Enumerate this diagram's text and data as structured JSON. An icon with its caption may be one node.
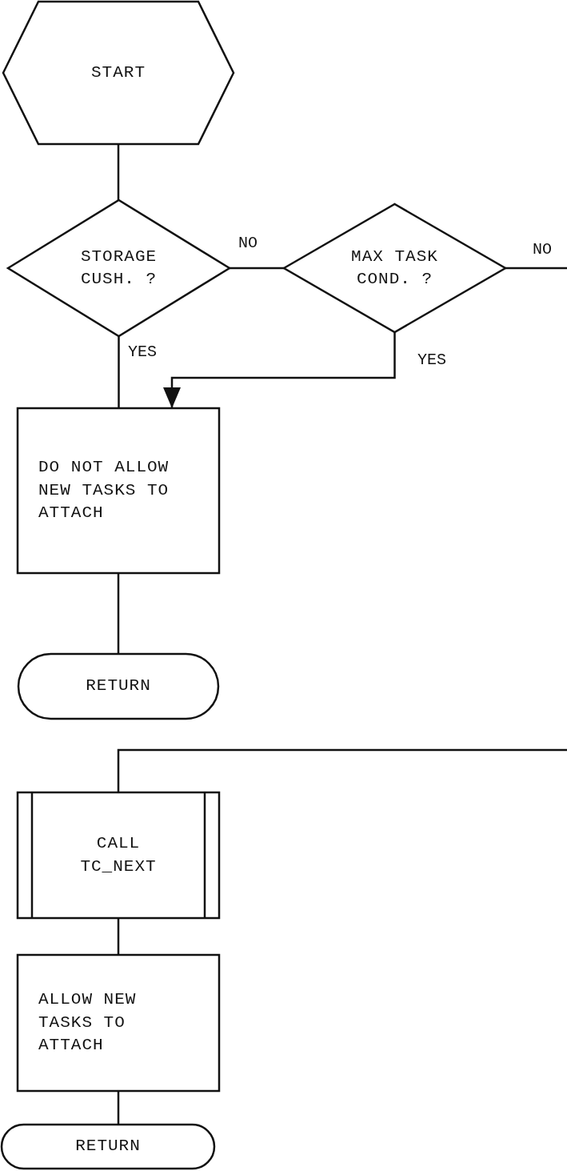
{
  "diagram": {
    "nodes": [
      {
        "text": [
          "START"
        ]
      },
      {
        "text": [
          "STORAGE CUSH. ?"
        ]
      },
      {
        "text": [
          "MAX TASK COND. ?"
        ]
      },
      {
        "text": [
          "DO NOT ALLOW NEW TASKS TO ATTACH"
        ]
      },
      {
        "text": [
          "RETURN"
        ]
      },
      {
        "text": [
          "CALL TC_NEXT"
        ]
      },
      {
        "text": [
          "ALLOW NEW TASKS TO ATTACH"
        ]
      },
      {
        "text": [
          "RETURN"
        ]
      }
    ],
    "edges": [
      {
        "from": 0,
        "to": 1,
        "arrow": "none"
      },
      {
        "from": 1,
        "to": 2,
        "arrow": "none",
        "label": "NO"
      },
      {
        "from": 2,
        "to": null,
        "arrow": "none",
        "label": "NO"
      },
      {
        "from": 1,
        "to": 3,
        "arrow": "none",
        "label": "YES"
      },
      {
        "from": 2,
        "to": 3,
        "arrow": "to",
        "label": "YES"
      },
      {
        "from": 3,
        "to": 4,
        "arrow": "none"
      },
      {
        "from": null,
        "to": 5,
        "arrow": "none"
      },
      {
        "from": 5,
        "to": 6,
        "arrow": "none"
      },
      {
        "from": 6,
        "to": 7,
        "arrow": "none"
      }
    ]
  }
}
